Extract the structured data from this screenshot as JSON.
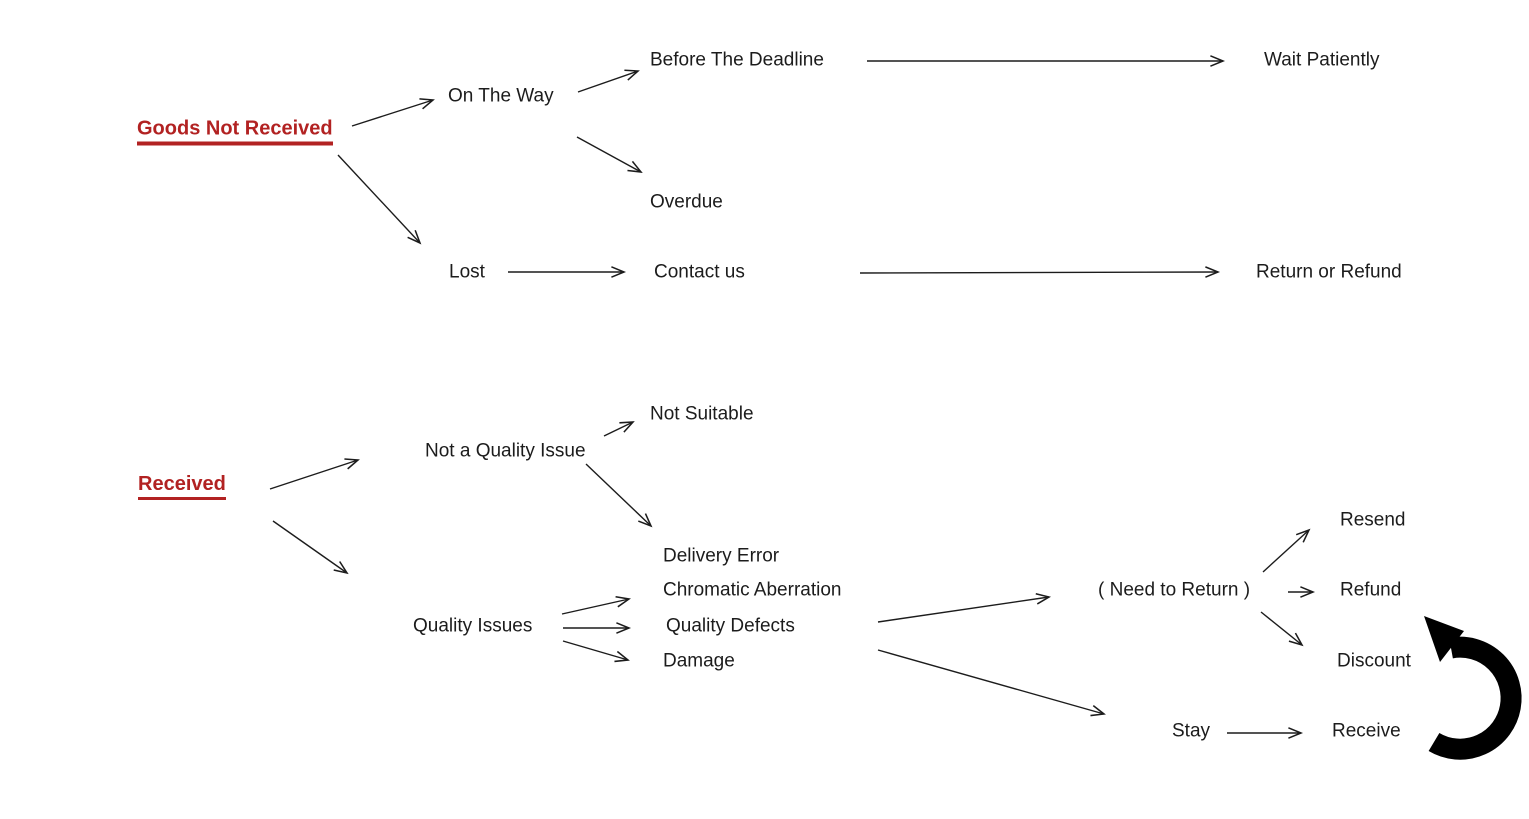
{
  "colors": {
    "text_ink": "#1c1c1c",
    "heading_red": "#b22222",
    "thick_arrow_black": "#000000"
  },
  "nodes": {
    "goods_not_received": "Goods Not Received",
    "on_the_way": "On The Way",
    "before_the_deadline": "Before The Deadline",
    "wait_patiently": "Wait Patiently",
    "overdue": "Overdue",
    "lost": "Lost",
    "contact_us": "Contact us",
    "return_or_refund": "Return or Refund",
    "received": "Received",
    "not_a_quality_issue": "Not a Quality Issue",
    "not_suitable": "Not Suitable",
    "delivery_error": "Delivery Error",
    "chromatic_aberration": "Chromatic Aberration",
    "quality_issues": "Quality Issues",
    "quality_defects": "Quality Defects",
    "damage": "Damage",
    "need_to_return": "( Need to Return )",
    "resend": "Resend",
    "refund": "Refund",
    "discount": "Discount",
    "stay": "Stay",
    "receive": "Receive"
  },
  "edges": [
    {
      "from": "goods_not_received",
      "to": "on_the_way"
    },
    {
      "from": "goods_not_received",
      "to": "lost"
    },
    {
      "from": "on_the_way",
      "to": "before_the_deadline"
    },
    {
      "from": "on_the_way",
      "to": "overdue"
    },
    {
      "from": "before_the_deadline",
      "to": "wait_patiently"
    },
    {
      "from": "lost",
      "to": "contact_us"
    },
    {
      "from": "contact_us",
      "to": "return_or_refund"
    },
    {
      "from": "received",
      "to": "not_a_quality_issue"
    },
    {
      "from": "received",
      "to": "quality_issues"
    },
    {
      "from": "not_a_quality_issue",
      "to": "not_suitable"
    },
    {
      "from": "not_a_quality_issue",
      "to": "delivery_error"
    },
    {
      "from": "quality_issues",
      "to": "chromatic_aberration"
    },
    {
      "from": "quality_issues",
      "to": "quality_defects"
    },
    {
      "from": "quality_issues",
      "to": "damage"
    },
    {
      "from": "quality_issue_types",
      "to": "need_to_return"
    },
    {
      "from": "quality_issue_types",
      "to": "stay"
    },
    {
      "from": "need_to_return",
      "to": "resend"
    },
    {
      "from": "need_to_return",
      "to": "refund"
    },
    {
      "from": "need_to_return",
      "to": "discount"
    },
    {
      "from": "stay",
      "to": "receive"
    },
    {
      "from": "receive",
      "to": "discount",
      "style": "thick-curved"
    }
  ]
}
